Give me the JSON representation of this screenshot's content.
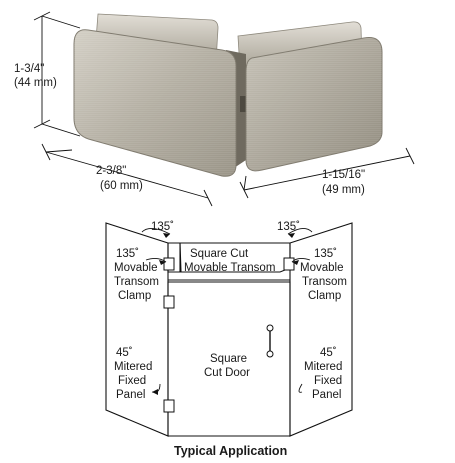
{
  "product": {
    "dimensions": {
      "height": [
        "1-3/4\"",
        "(44 mm)"
      ],
      "width_left": [
        "2-3/8\"",
        "(60 mm)"
      ],
      "width_right": [
        "1-15/16\"",
        "(49 mm)"
      ]
    }
  },
  "application": {
    "angle_left": "135˚",
    "angle_right": "135˚",
    "transom": [
      "Square Cut",
      "Movable Transom"
    ],
    "clamp_left": [
      "135˚",
      "Movable",
      "Transom",
      "Clamp"
    ],
    "clamp_right": [
      "135˚",
      "Movable",
      "Transom",
      "Clamp"
    ],
    "door": [
      "Square",
      "Cut Door"
    ],
    "panel_left": [
      "45˚",
      "Mitered",
      "Fixed",
      "Panel"
    ],
    "panel_right": [
      "45˚",
      "Mitered",
      "Fixed",
      "Panel"
    ],
    "caption": "Typical Application"
  },
  "colors": {
    "metal_light": "#c9c5bb",
    "metal_mid": "#a9a497",
    "metal_dark": "#7d786c",
    "line": "#111111"
  }
}
